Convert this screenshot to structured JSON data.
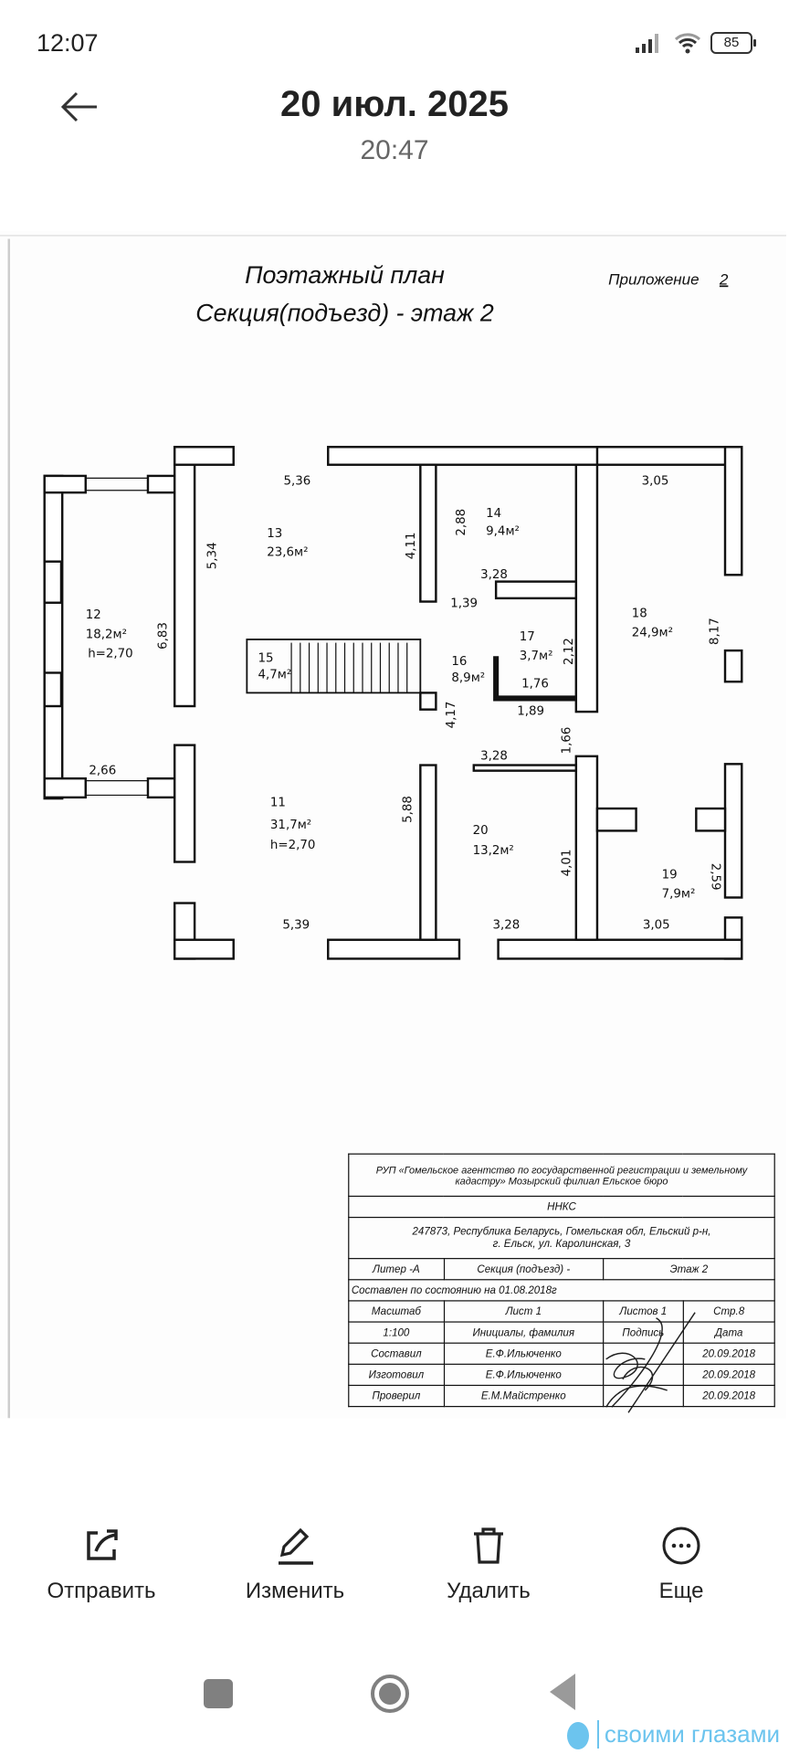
{
  "status_bar": {
    "time": "12:07",
    "battery": "85",
    "icons": [
      "signal-icon",
      "wifi-icon",
      "battery-icon"
    ]
  },
  "header": {
    "title": "20 июл. 2025",
    "subtitle": "20:47",
    "back": "arrow-left-icon"
  },
  "document": {
    "title_line1": "Поэтажный план",
    "title_line2": "Секция(подъезд) - этаж  2",
    "appendix_label": "Приложение",
    "appendix_number": "2",
    "rooms": [
      {
        "num": "12",
        "area": "18,2м²",
        "height": "h=2,70"
      },
      {
        "num": "13",
        "area": "23,6м²"
      },
      {
        "num": "14",
        "area": "9,4м²"
      },
      {
        "num": "15",
        "area": "4,7м²"
      },
      {
        "num": "16",
        "area": "8,9м²"
      },
      {
        "num": "17",
        "area": "3,7м²"
      },
      {
        "num": "18",
        "area": "24,9м²"
      },
      {
        "num": "11",
        "area": "31,7м²",
        "height": "h=2,70"
      },
      {
        "num": "20",
        "area": "13,2м²"
      },
      {
        "num": "19",
        "area": "7,9м²"
      }
    ],
    "dims": [
      "5,36",
      "5,34",
      "4,11",
      "6,83",
      "2,88",
      "3,28",
      "1,39",
      "3,05",
      "8,17",
      "2,12",
      "1,76",
      "1,89",
      "4,17",
      "1,66",
      "3,28",
      "2,66",
      "5,88",
      "5,39",
      "4,01",
      "3,28",
      "2,59",
      "3,05"
    ],
    "title_block": {
      "org": "РУП «Гомельское агентство по государственной регистрации и земельному кадастру» Мозырский филиал Ельское бюро",
      "object": "ННКС",
      "address_line1": "247873, Республика Беларусь, Гомельская обл, Ельский р-н,",
      "address_line2": "г. Ельск, ул. Каролинская, 3",
      "liter": "Литер -А",
      "section": "Секция (подъезд)  -",
      "floor": "Этаж 2",
      "state": "Составлен по состоянию на 01.08.2018г",
      "scale_label": "Масштаб",
      "sheet": "Лист 1",
      "sheets": "Листов 1",
      "page": "Стр.8",
      "scale": "1:100",
      "name_header": "Инициалы, фамилия",
      "sign_header": "Подпись",
      "date_header": "Дата",
      "rows": [
        {
          "role": "Составил",
          "name": "Е.Ф.Ильюченко",
          "date": "20.09.2018"
        },
        {
          "role": "Изготовил",
          "name": "Е.Ф.Ильюченко",
          "date": "20.09.2018"
        },
        {
          "role": "Проверил",
          "name": "Е.М.Майстренко",
          "date": "20.09.2018"
        }
      ]
    }
  },
  "toolbar": [
    {
      "label": "Отправить",
      "icon": "share-icon"
    },
    {
      "label": "Изменить",
      "icon": "pencil-icon"
    },
    {
      "label": "Удалить",
      "icon": "trash-icon"
    },
    {
      "label": "Еще",
      "icon": "more-icon"
    }
  ],
  "watermark": "своими глазами",
  "colors": {
    "watermark": "#6cc4ee",
    "nav": "#808080"
  }
}
